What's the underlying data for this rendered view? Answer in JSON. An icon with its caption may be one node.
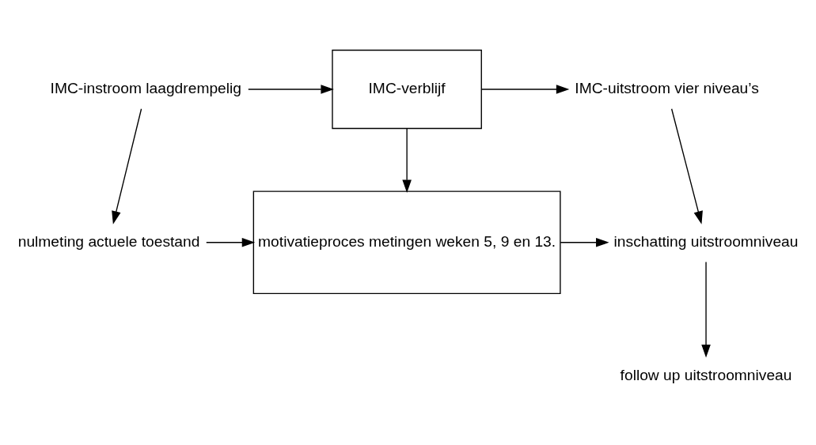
{
  "diagram": {
    "nodes": [
      {
        "text": [
          "IMC-instroom laagdrempelig"
        ]
      },
      {
        "text": [
          "IMC-verblijf"
        ]
      },
      {
        "text": [
          "IMC-uitstroom vier niveau’s"
        ]
      },
      {
        "text": [
          "nulmeting actuele toestand"
        ]
      },
      {
        "text": [
          "motivatieproces metingen weken 5, 9 en 13."
        ]
      },
      {
        "text": [
          "inschatting uitstroomniveau"
        ]
      },
      {
        "text": [
          "follow up uitstroomniveau"
        ]
      }
    ],
    "edges": [
      {
        "from": 0,
        "to": 1,
        "arrow": "to"
      },
      {
        "from": 1,
        "to": 2,
        "arrow": "to"
      },
      {
        "from": 0,
        "to": 3,
        "arrow": "to"
      },
      {
        "from": 1,
        "to": 4,
        "arrow": "to"
      },
      {
        "from": 2,
        "to": 5,
        "arrow": "to"
      },
      {
        "from": 3,
        "to": 4,
        "arrow": "to"
      },
      {
        "from": 4,
        "to": 5,
        "arrow": "to"
      },
      {
        "from": 5,
        "to": 6,
        "arrow": "to"
      }
    ]
  }
}
